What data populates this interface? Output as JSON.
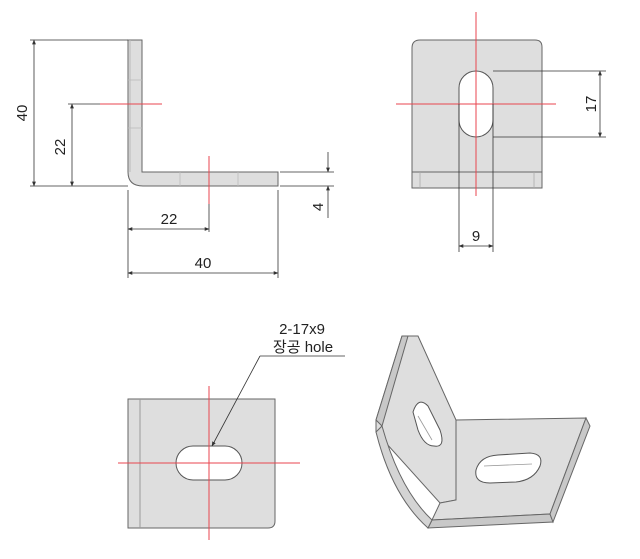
{
  "side_view": {
    "dim_height_total": "40",
    "dim_height_hole": "22",
    "dim_width_hole": "22",
    "dim_width_total": "40",
    "dim_thickness": "4"
  },
  "front_view": {
    "dim_slot_height": "17",
    "dim_slot_width": "9"
  },
  "bottom_view": {
    "callout_spec": "2-17x9",
    "callout_label": "장공 hole"
  },
  "colors": {
    "part_fill": "#dedede",
    "part_edge": "#666666",
    "center_line": "#e8454f",
    "dimension_line": "#333333"
  }
}
